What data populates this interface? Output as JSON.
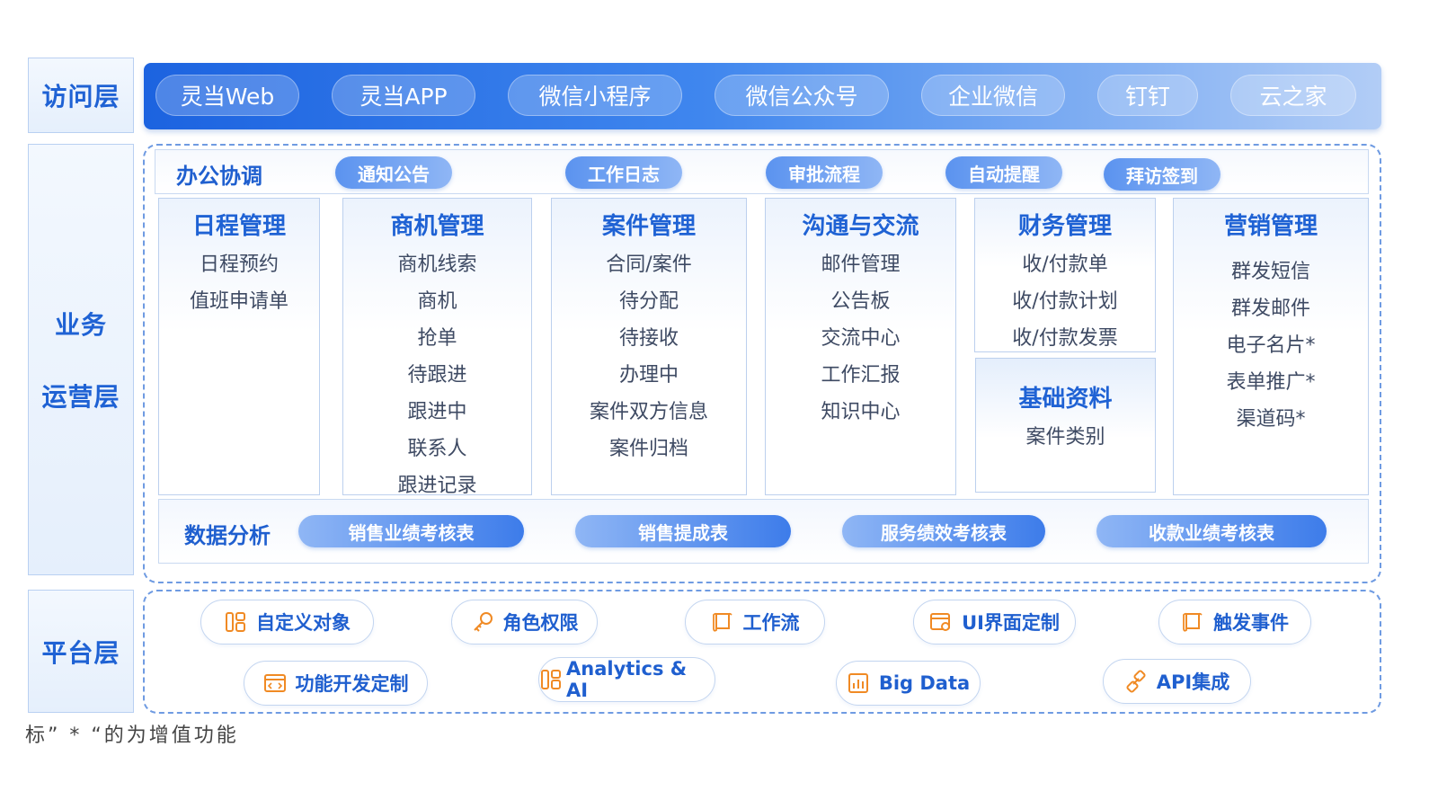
{
  "layers": {
    "access": "访问层",
    "business_1": "业务",
    "business_2": "运营层",
    "platform": "平台层"
  },
  "access_channels": [
    "灵当Web",
    "灵当APP",
    "微信小程序",
    "微信公众号",
    "企业微信",
    "钉钉",
    "云之家"
  ],
  "office": {
    "title": "办公协调",
    "tags": [
      "通知公告",
      "工作日志",
      "审批流程",
      "自动提醒",
      "拜访签到"
    ]
  },
  "modules": {
    "schedule": {
      "title": "日程管理",
      "items": [
        "日程预约",
        "值班申请单"
      ]
    },
    "opportunity": {
      "title": "商机管理",
      "items": [
        "商机线索",
        "商机",
        "抢单",
        "待跟进",
        "跟进中",
        "联系人",
        "跟进记录"
      ]
    },
    "case": {
      "title": "案件管理",
      "items": [
        "合同/案件",
        "待分配",
        "待接收",
        "办理中",
        "案件双方信息",
        "案件归档"
      ]
    },
    "communication": {
      "title": "沟通与交流",
      "items": [
        "邮件管理",
        "公告板",
        "交流中心",
        "工作汇报",
        "知识中心"
      ]
    },
    "finance": {
      "title": "财务管理",
      "items": [
        "收/付款单",
        "收/付款计划",
        "收/付款发票"
      ]
    },
    "basic": {
      "title": "基础资料",
      "items": [
        "案件类别"
      ]
    },
    "marketing": {
      "title": "营销管理",
      "items": [
        "群发短信",
        "群发邮件",
        "电子名片*",
        "表单推广*",
        "渠道码*"
      ]
    }
  },
  "analytics": {
    "title": "数据分析",
    "tags": [
      "销售业绩考核表",
      "销售提成表",
      "服务绩效考核表",
      "收款业绩考核表"
    ]
  },
  "platform_items": [
    {
      "label": "自定义对象",
      "icon": "custom-object-icon"
    },
    {
      "label": "角色权限",
      "icon": "key-icon"
    },
    {
      "label": "工作流",
      "icon": "scroll-icon"
    },
    {
      "label": "UI界面定制",
      "icon": "ui-window-gear-icon"
    },
    {
      "label": "触发事件",
      "icon": "scroll-icon"
    },
    {
      "label": "功能开发定制",
      "icon": "code-window-icon"
    },
    {
      "label": "Analytics & AI",
      "icon": "custom-object-icon"
    },
    {
      "label": "Big Data",
      "icon": "bar-chart-icon"
    },
    {
      "label": "API集成",
      "icon": "link-icon"
    }
  ],
  "footnote": "标” * “的为增值功能",
  "colors": {
    "primary": "#1f62d4",
    "accent_orange": "#f08a24",
    "dashed_border": "#6f9be2"
  }
}
